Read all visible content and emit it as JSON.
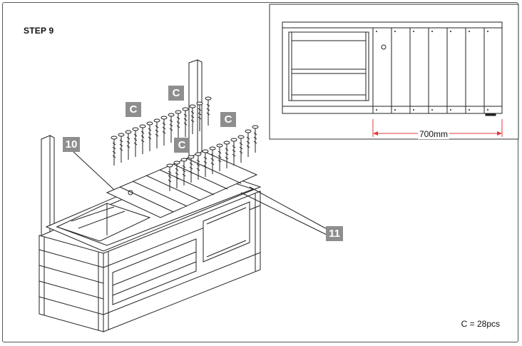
{
  "step_title": "STEP 9",
  "quantity_note": "C = 28pcs",
  "dimension_label": "700mm",
  "callouts": {
    "screw_c1": "C",
    "screw_c2": "C",
    "screw_c3": "C",
    "screw_c4": "C",
    "part_10": "10",
    "part_11": "11"
  },
  "colors": {
    "callout_bg": "#8e8e8e",
    "dimension": "#e0393e",
    "line": "#222222"
  },
  "icons": {
    "screw": "screw-icon"
  }
}
